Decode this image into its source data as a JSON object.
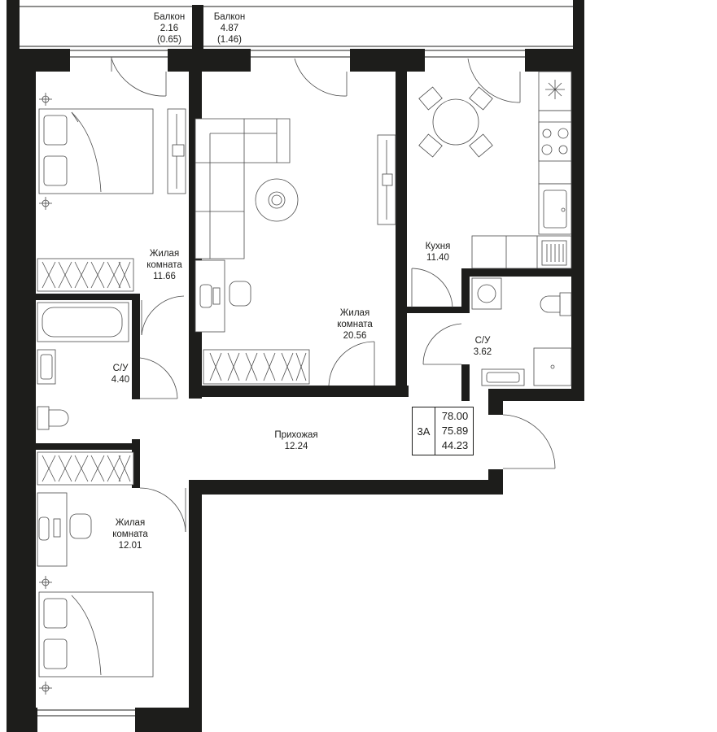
{
  "apartment": {
    "type": "3А",
    "total_area": "78.00",
    "living_area_with_coef": "75.89",
    "living_area": "44.23"
  },
  "rooms": {
    "balcony_left": {
      "name": "Балкон",
      "area": "2.16",
      "area_coef": "(0.65)"
    },
    "balcony_right": {
      "name": "Балкон",
      "area": "4.87",
      "area_coef": "(1.46)"
    },
    "bedroom_top": {
      "name_line1": "Жилая",
      "name_line2": "комната",
      "area": "11.66"
    },
    "living_room": {
      "name_line1": "Жилая",
      "name_line2": "комната",
      "area": "20.56"
    },
    "kitchen": {
      "name": "Кухня",
      "area": "11.40"
    },
    "bathroom_left": {
      "name": "С/У",
      "area": "4.40"
    },
    "bathroom_right": {
      "name": "С/У",
      "area": "3.62"
    },
    "hallway": {
      "name": "Прихожая",
      "area": "12.24"
    },
    "bedroom_bottom": {
      "name_line1": "Жилая",
      "name_line2": "комната",
      "area": "12.01"
    }
  },
  "icons": [
    "bed-icon",
    "wardrobe-icon",
    "sofa-icon",
    "table-icon",
    "chair-icon",
    "stove-icon",
    "sink-icon",
    "bathtub-icon",
    "toilet-icon",
    "shower-icon",
    "washer-icon",
    "door-swing-icon",
    "radiator-icon"
  ],
  "colors": {
    "wall": "#1d1d1b",
    "background": "#ffffff"
  }
}
